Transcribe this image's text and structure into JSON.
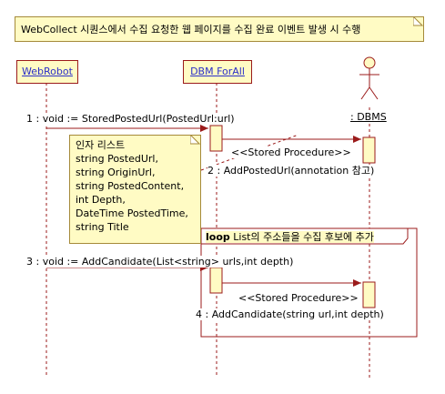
{
  "title_note": "WebCollect 시퀀스에서 수집 요청한 웹 페이지를 수집 완료 이벤트 발생 시 수행",
  "lifelines": {
    "webrobot": "WebRobot",
    "dbm": "DBM ForAll",
    "dbms": ": DBMS"
  },
  "messages": {
    "m1": "1 : void := StoredPostedUrl(PostedUrl:url)",
    "m2_stereo": "<<Stored Procedure>>",
    "m2": "2 : AddPostedUrl(annotation 참고)",
    "m3": "3 : void := AddCandidate(List<string> urls,int depth)",
    "m4_stereo": "<<Stored Procedure>>",
    "m4": "4 : AddCandidate(string url,int depth)"
  },
  "param_note": {
    "lines": [
      "인자 리스트",
      "string PostedUrl,",
      "string OriginUrl,",
      "string PostedContent,",
      "int Depth,",
      "DateTime PostedTime,",
      "string Title"
    ]
  },
  "loop": {
    "keyword": "loop",
    "label": " List의 주소들을 수집 후보에 추가"
  },
  "colors": {
    "note_fill": "#fffbc4",
    "line": "#9b1b1b",
    "link_text": "#2b2fc8"
  }
}
